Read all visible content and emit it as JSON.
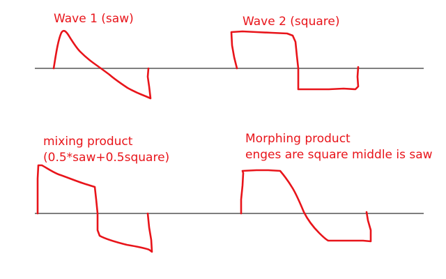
{
  "colors": {
    "ink": "#e8141a",
    "axis": "#7f7f7f",
    "background": "#ffffff"
  },
  "panels": {
    "wave1": {
      "label": "Wave 1 (saw)"
    },
    "wave2": {
      "label": "Wave 2 (square)"
    },
    "mix": {
      "label_line1": "mixing product",
      "label_line2": "(0.5*saw+0.5square)"
    },
    "morph": {
      "label_line1": "Morphing product",
      "label_line2": "enges are square middle is saw"
    }
  }
}
